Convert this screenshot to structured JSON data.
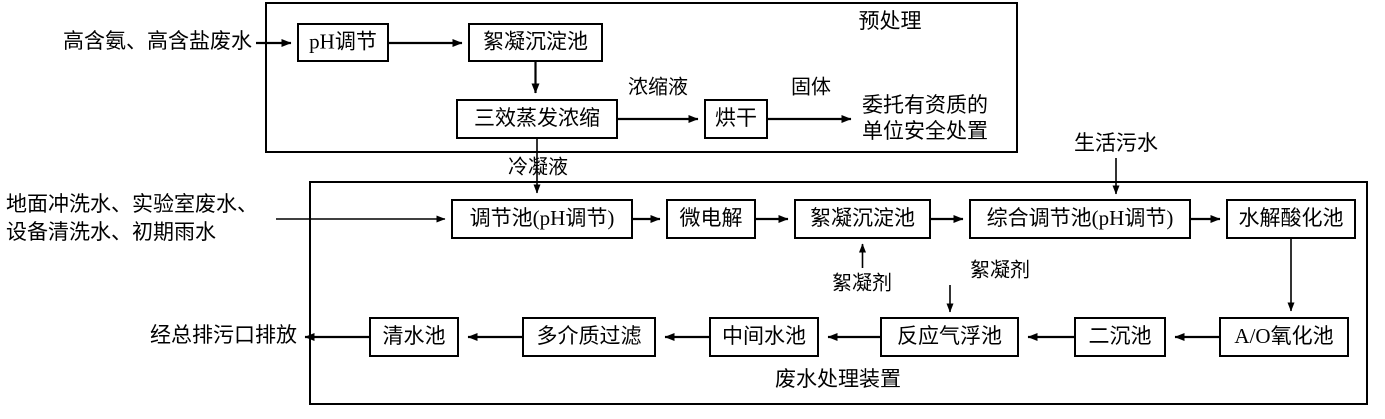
{
  "diagram": {
    "title_visible": false,
    "groups": [
      {
        "id": "pretreatment",
        "label": "预处理"
      },
      {
        "id": "wastewater-unit",
        "label": "废水处理装置"
      }
    ],
    "nodes": [
      {
        "id": "ph-adjust",
        "label": "pH调节"
      },
      {
        "id": "floc-sed-top",
        "label": "絮凝沉淀池"
      },
      {
        "id": "triple-evap",
        "label": "三效蒸发浓缩"
      },
      {
        "id": "drying",
        "label": "烘干"
      },
      {
        "id": "adjust-tank",
        "label": "调节池(pH调节)"
      },
      {
        "id": "micro-electrolysis",
        "label": "微电解"
      },
      {
        "id": "floc-sed-mid",
        "label": "絮凝沉淀池"
      },
      {
        "id": "comprehensive-tank",
        "label": "综合调节池(pH调节)"
      },
      {
        "id": "hydrolysis-acid",
        "label": "水解酸化池"
      },
      {
        "id": "ao-oxidation",
        "label": "A/O氧化池"
      },
      {
        "id": "secondary-sed",
        "label": "二沉池"
      },
      {
        "id": "reaction-flotation",
        "label": "反应气浮池"
      },
      {
        "id": "intermediate-tank",
        "label": "中间水池"
      },
      {
        "id": "multimedia-filter",
        "label": "多介质过滤"
      },
      {
        "id": "clean-water-tank",
        "label": "清水池"
      }
    ],
    "io_labels": [
      {
        "id": "input-high-ammonia",
        "text": "高含氨、高含盐废水"
      },
      {
        "id": "input-misc-line1",
        "text": "地面冲洗水、实验室废水、"
      },
      {
        "id": "input-misc-line2",
        "text": "设备清洗水、初期雨水"
      },
      {
        "id": "input-domestic-sewage",
        "text": "生活污水"
      },
      {
        "id": "output-disposal-line1",
        "text": "委托有资质的"
      },
      {
        "id": "output-disposal-line2",
        "text": "单位安全处置"
      },
      {
        "id": "output-discharge",
        "text": "经总排污口排放"
      }
    ],
    "edge_labels": [
      {
        "id": "concentrate",
        "text": "浓缩液"
      },
      {
        "id": "solid",
        "text": "固体"
      },
      {
        "id": "condensate",
        "text": "冷凝液"
      },
      {
        "id": "flocculant-1",
        "text": "絮凝剂"
      },
      {
        "id": "flocculant-2",
        "text": "絮凝剂"
      }
    ],
    "colors": {
      "stroke": "#000000",
      "fill": "#ffffff",
      "text": "#000000"
    }
  }
}
